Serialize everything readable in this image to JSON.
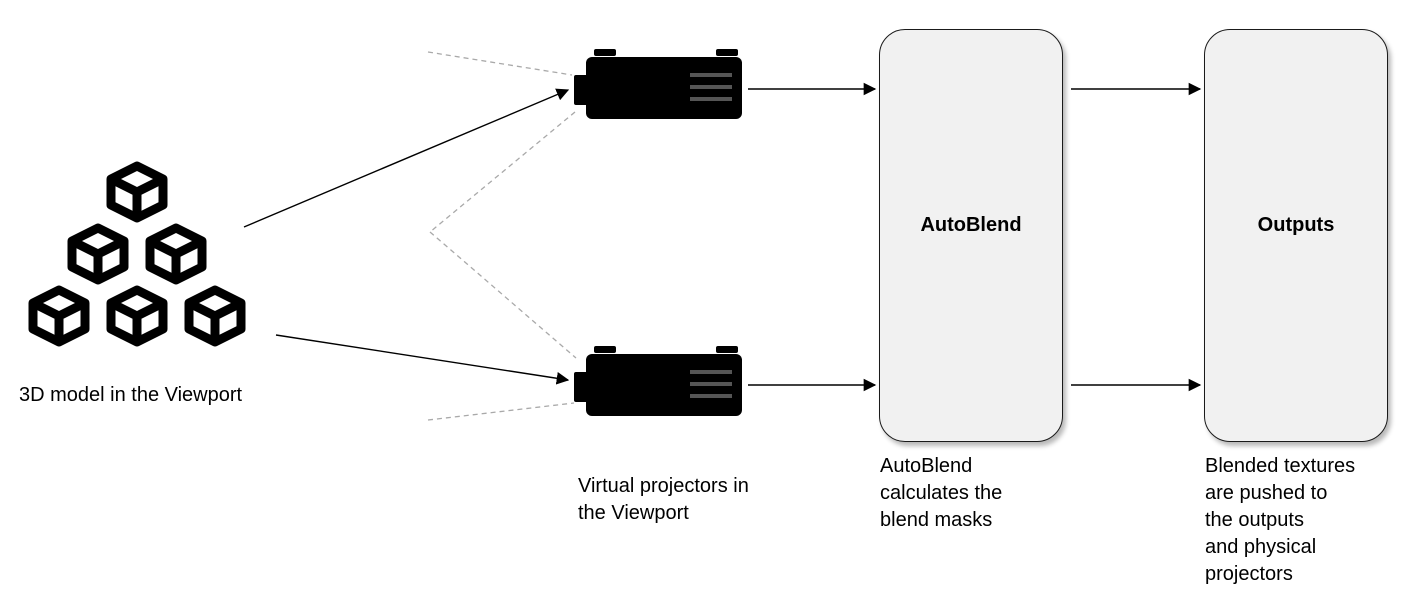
{
  "nodes": {
    "model": {
      "icon": "cubes-icon",
      "caption": "3D model in the Viewport"
    },
    "projectors": {
      "icon": "projector-icon",
      "caption": "Virtual projectors in\nthe Viewport"
    },
    "autoblend": {
      "title": "AutoBlend",
      "caption": "AutoBlend\ncalculates the\nblend masks"
    },
    "outputs": {
      "title": "Outputs",
      "caption": "Blended textures\nare pushed to\nthe outputs\nand physical\nprojectors"
    }
  },
  "colors": {
    "box_fill": "#f1f1f1",
    "stroke": "#000000",
    "projection_lines": "#aaaaaa"
  }
}
